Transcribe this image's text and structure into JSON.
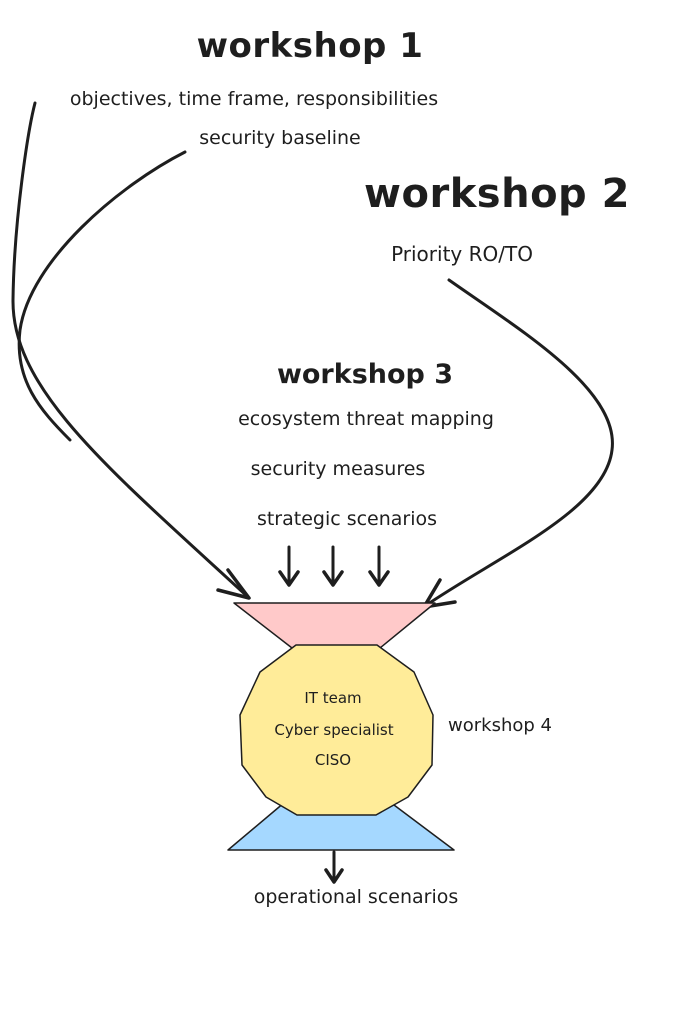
{
  "workshop1": {
    "title": "workshop 1",
    "items": [
      "objectives, time frame, responsibilities",
      "security baseline"
    ]
  },
  "workshop2": {
    "title": "workshop 2",
    "items": [
      "Priority RO/TO"
    ]
  },
  "workshop3": {
    "title": "workshop 3",
    "items": [
      "ecosystem threat mapping",
      "security measures",
      "strategic scenarios"
    ]
  },
  "workshop4": {
    "label": "workshop 4",
    "participants": [
      "IT team",
      "Cyber specialist",
      "CISO"
    ]
  },
  "output": {
    "label": "operational scenarios"
  },
  "colors": {
    "ink": "#1e1e1e",
    "top_funnel": "#ffc9c9",
    "center_node": "#ffec99",
    "bottom_funnel": "#a5d8ff"
  }
}
